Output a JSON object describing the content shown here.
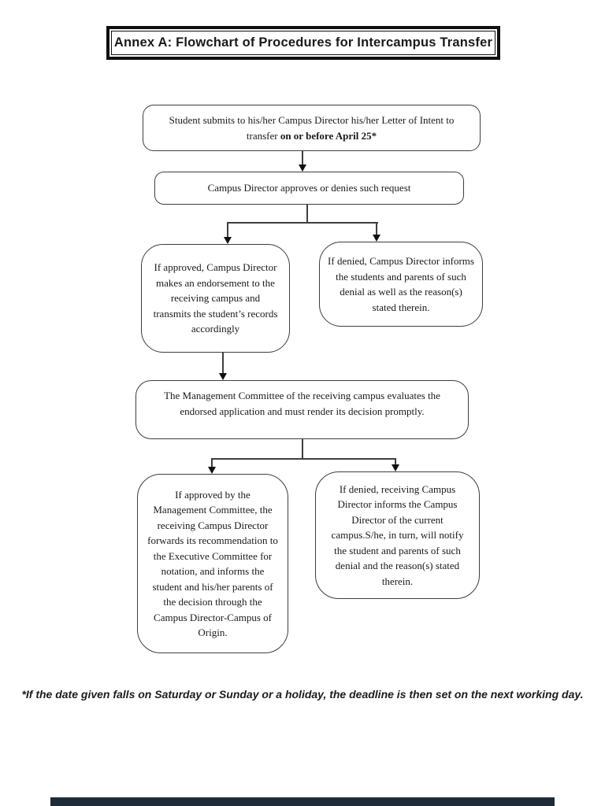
{
  "colors": {
    "box_border": "#3e3e3e",
    "arrow": "#101010",
    "title_border": "#0f0f0f",
    "bottom_bar": "#1f2b38"
  },
  "title": {
    "bold": "Annex A",
    "rest": ": Flowchart of Procedures for Intercampus Transfer"
  },
  "flowchart": {
    "submit": {
      "normal": "Student submits to his/her Campus Director his/her Letter of Intent to transfer ",
      "bold": "on or before April 25*"
    },
    "approve_deny": {
      "text": "Campus Director approves or denies such request"
    },
    "approved": {
      "text": "If approved, Campus Director makes an endorsement to the receiving campus and transmits the student’s records accordingly"
    },
    "denied": {
      "text": "If denied, Campus Director informs the students and parents of such denial as well as the reason(s) stated therein."
    },
    "management": {
      "text": "The Management Committee of the receiving campus evaluates the endorsed application and must render its decision promptly."
    },
    "mc_approved": {
      "text": "If approved by the Management Committee, the receiving Campus Director forwards its recommendation to the Executive Committee for notation, and informs the student and his/her parents of the decision through the Campus Director-Campus of Origin."
    },
    "mc_denied": {
      "text": "If denied, receiving Campus Director informs the Campus Director of the current campus.S/he, in turn, will notify the student and parents of such denial and the reason(s) stated therein."
    }
  },
  "footnote": "*If the date given falls on Saturday or Sunday or a holiday, the deadline is then set on the next working day."
}
